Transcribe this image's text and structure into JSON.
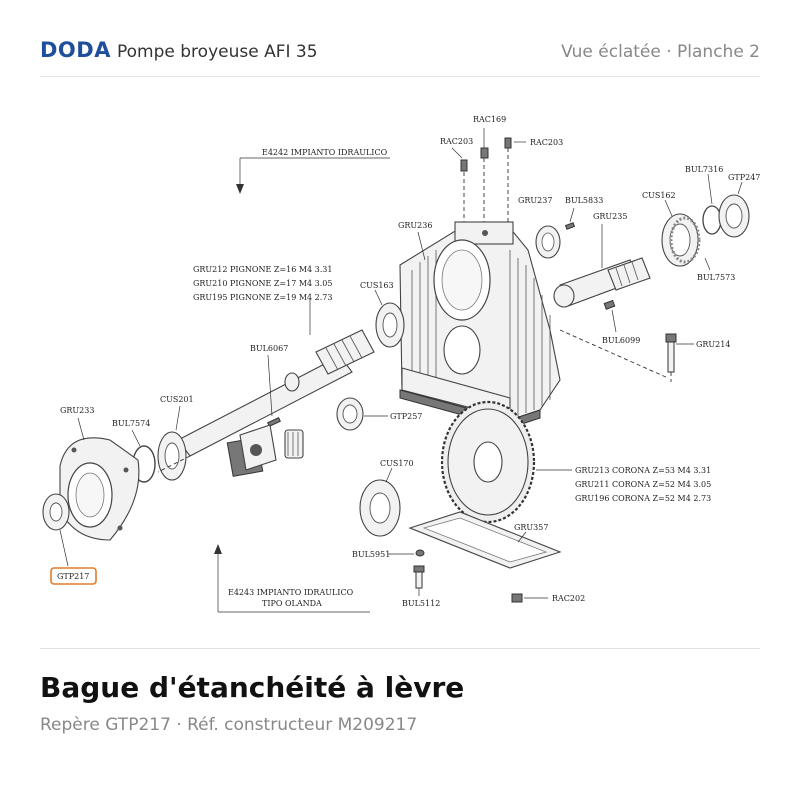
{
  "header": {
    "brand": "DODA",
    "product": "Pompe broyeuse AFI 35",
    "sheet": "Vue éclatée · Planche 2"
  },
  "callouts": {
    "rac169": "RAC169",
    "rac203_left": "RAC203",
    "rac203_right": "RAC203",
    "e4242": "E4242  IMPIANTO IDRAULICO",
    "gru237": "GRU237",
    "bul5833": "BUL5833",
    "cus162": "CUS162",
    "bul7316": "BUL7316",
    "gtp247": "GTP247",
    "gru236": "GRU236",
    "gru235": "GRU235",
    "bul7573": "BUL7573",
    "gru212": "GRU212  PIGNONE Z=16 M4 3.31",
    "gru210": "GRU210  PIGNONE Z=17 M4 3.05",
    "gru195": "GRU195  PIGNONE Z=19 M4 2.73",
    "cus163": "CUS163",
    "bul6099": "BUL6099",
    "gru214": "GRU214",
    "bul6067": "BUL6067",
    "cus201": "CUS201",
    "gtp257": "GTP257",
    "gru233": "GRU233",
    "bul7574": "BUL7574",
    "cus170": "CUS170",
    "gru213": "GRU213  CORONA Z=53 M4 3.31",
    "gru211": "GRU211  CORONA Z=52 M4 3.05",
    "gru196": "GRU196  CORONA Z=52 M4 2.73",
    "gtp217": "GTP217",
    "gru357": "GRU357",
    "bul5951": "BUL5951",
    "e4243_line1": "E4243  IMPIANTO IDRAULICO",
    "e4243_line2": "TIPO OLANDA",
    "bul5112": "BUL5112",
    "rac202": "RAC202"
  },
  "selection": {
    "title": "Bague d'étanchéité à lèvre",
    "subtitle": "Repère GTP217 · Réf. constructeur M209217",
    "highlight_color": "#e07c2a"
  },
  "colors": {
    "brand": "#1f4f9a",
    "divider": "#e2e2e2",
    "muted_text": "#888888"
  }
}
